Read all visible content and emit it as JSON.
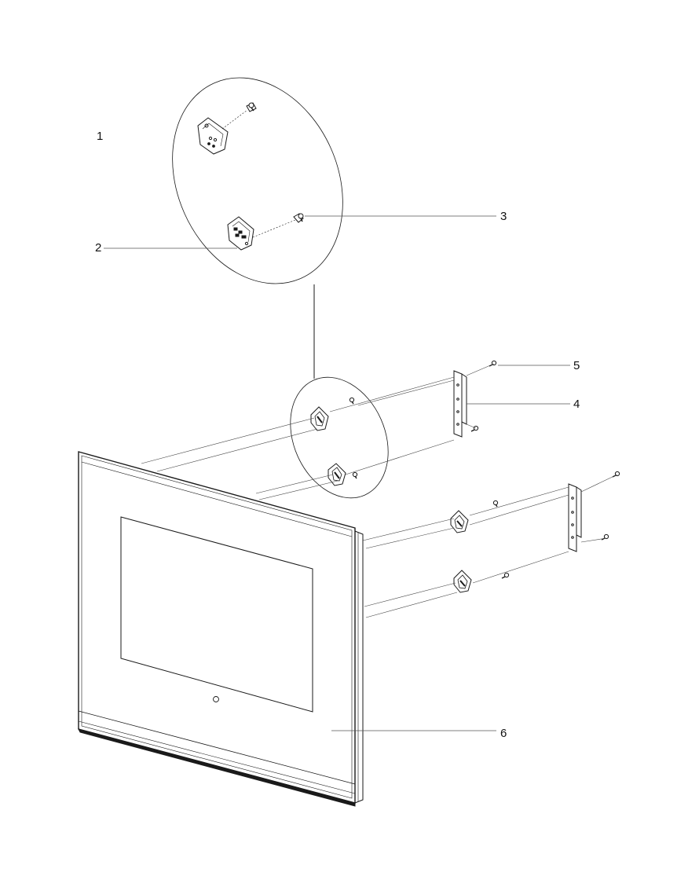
{
  "diagram": {
    "callouts": {
      "c1": "1",
      "c2": "2",
      "c3": "3",
      "c4": "4",
      "c5": "5",
      "c6": "6"
    },
    "colors": {
      "line": "#1a1a1a",
      "leader": "#555555",
      "fill": "#ffffff",
      "part_shade": "#d9d9d9"
    }
  }
}
